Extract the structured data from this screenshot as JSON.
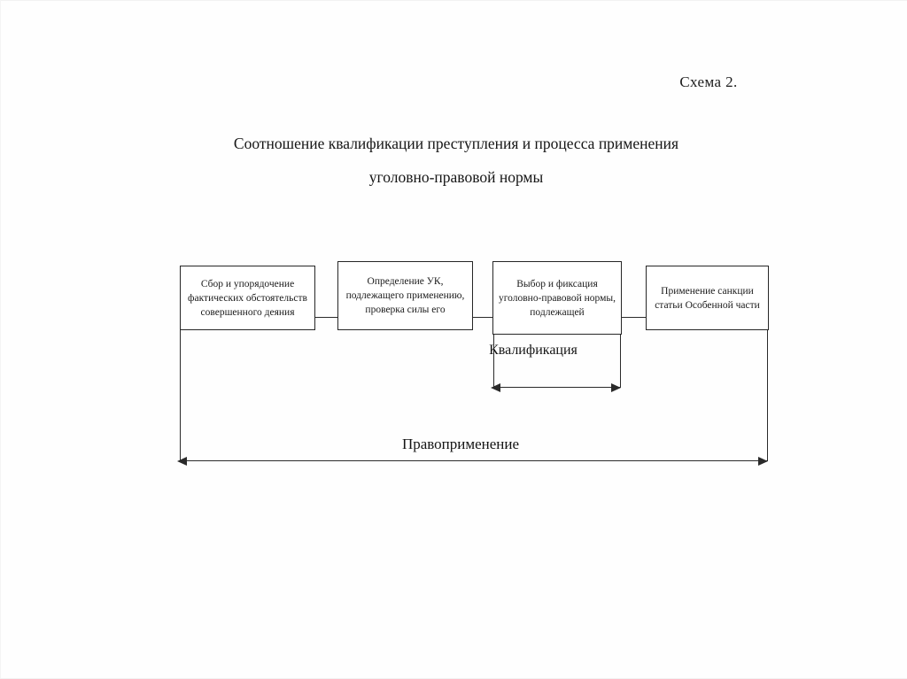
{
  "document": {
    "scheme_label": "Схема 2.",
    "title_line1": "Соотношение квалификации преступления и процесса применения",
    "title_line2": "уголовно-правовой нормы"
  },
  "diagram": {
    "type": "flow-diagram",
    "stages": [
      {
        "id": "stage-1",
        "text": "Сбор и упорядочение фактических обстоятельств совершенного деяния"
      },
      {
        "id": "stage-2",
        "text": "Определение УК, подлежащего применению, проверка силы его"
      },
      {
        "id": "stage-3",
        "text": "Выбор и фиксация уголовно-правовой нормы, подлежащей"
      },
      {
        "id": "stage-4",
        "text": "Применение санкции статьи Особенной части"
      }
    ],
    "brackets": [
      {
        "id": "bracket-kvalifikaciya",
        "label": "Квалификация",
        "spans_stages": [
          "stage-3"
        ]
      },
      {
        "id": "bracket-pravoprimenenie",
        "label": "Правоприменение",
        "spans_stages": [
          "stage-1",
          "stage-2",
          "stage-3",
          "stage-4"
        ]
      }
    ],
    "colors": {
      "line": "#2a2a2a",
      "text": "#1a1a1a",
      "background": "#fefefe"
    }
  }
}
